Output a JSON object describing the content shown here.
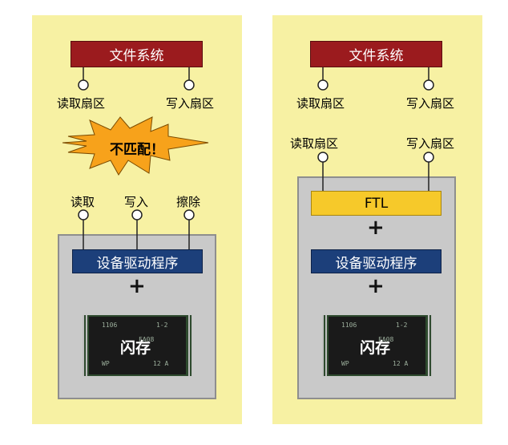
{
  "left": {
    "file_system": "文件系统",
    "read_sector": "读取扇区",
    "write_sector": "写入扇区",
    "mismatch": "不匹配！",
    "read": "读取",
    "write": "写入",
    "erase": "擦除",
    "device_driver": "设备驱动程序",
    "plus": "+",
    "flash": "闪存",
    "chip_markings": [
      "1106",
      "1-2",
      "FA08",
      "WP",
      "12 A"
    ]
  },
  "right": {
    "file_system": "文件系统",
    "read_sector_top": "读取扇区",
    "write_sector_top": "写入扇区",
    "read_sector_mid": "读取扇区",
    "write_sector_mid": "写入扇区",
    "ftl": "FTL",
    "plus_1": "+",
    "device_driver": "设备驱动程序",
    "plus_2": "+",
    "flash": "闪存",
    "chip_markings": [
      "1106",
      "1-2",
      "FA08",
      "WP",
      "12 A"
    ]
  },
  "colors": {
    "panel_bg": "#f7f1a3",
    "file_system": "#9b1b1e",
    "driver": "#1c3f7a",
    "ftl": "#f6c92a",
    "burst": "#f7a21b",
    "block_gray": "#c9c9c9"
  }
}
